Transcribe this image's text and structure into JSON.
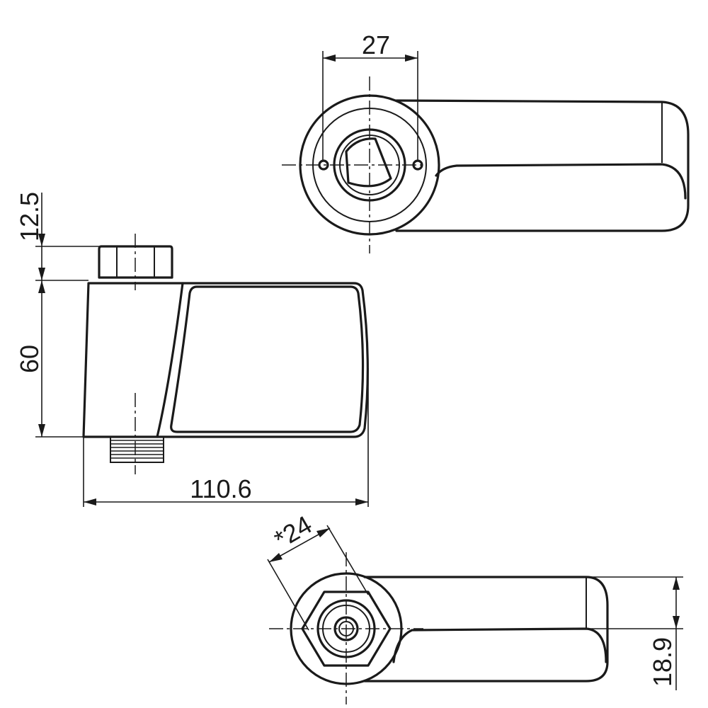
{
  "dimensions": {
    "top_width": "27",
    "nut_height": "12.5",
    "body_height": "60",
    "length": "110.6",
    "hex_size": "*24",
    "lever_thickness": "18.9"
  }
}
